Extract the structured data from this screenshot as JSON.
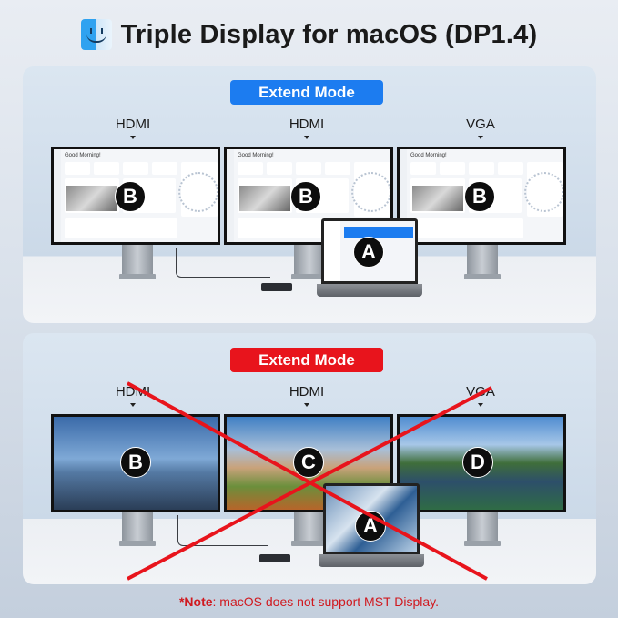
{
  "header": {
    "icon": "finder-icon",
    "title": "Triple Display for macOS (DP1.4)"
  },
  "panels": [
    {
      "status": "supported",
      "mode_label": "Extend Mode",
      "mode_color": "#1c7cf0",
      "ports": [
        "HDMI",
        "HDMI",
        "VGA"
      ],
      "monitors": [
        {
          "label": "B",
          "content": "dashboard",
          "greeting": "Good Morning!"
        },
        {
          "label": "B",
          "content": "dashboard",
          "greeting": "Good Morning!"
        },
        {
          "label": "B",
          "content": "dashboard",
          "greeting": "Good Morning!"
        }
      ],
      "laptop": {
        "label": "A",
        "content": "app"
      }
    },
    {
      "status": "not-supported",
      "mode_label": "Extend Mode",
      "mode_color": "#e8141c",
      "ports": [
        "HDMI",
        "HDMI",
        "VGA"
      ],
      "monitors": [
        {
          "label": "B",
          "content": "landscape"
        },
        {
          "label": "C",
          "content": "landscape"
        },
        {
          "label": "D",
          "content": "landscape"
        }
      ],
      "laptop": {
        "label": "A",
        "content": "wallpaper"
      },
      "overlay_icon": "red-x-cross-icon"
    }
  ],
  "note": {
    "prefix": "*Note",
    "text": ": macOS does not support MST Display."
  },
  "colors": {
    "accent_blue": "#1c7cf0",
    "accent_red": "#e8141c",
    "note_red": "#d0191f"
  }
}
